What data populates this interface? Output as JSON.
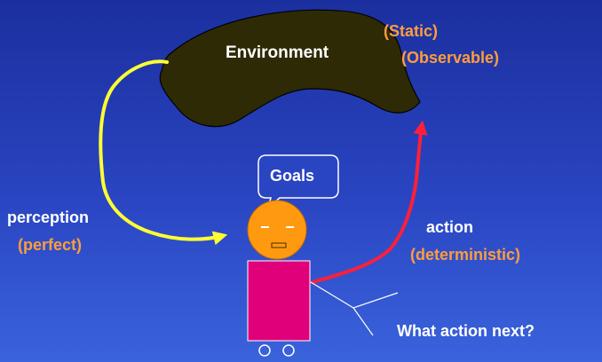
{
  "colors": {
    "environment_fill": "#2e2a06",
    "perception_arrow": "#ffff33",
    "action_arrow": "#ff1f3a",
    "head_fill": "#ff9a10",
    "body_fill": "#e0007a",
    "annotation_text": "#ff9d3c",
    "label_text": "#ffffff"
  },
  "environment": {
    "label": "Environment",
    "properties": [
      "(Static)",
      "(Observable)"
    ]
  },
  "agent": {
    "goals_label": "Goals",
    "thought_label": "What action next?"
  },
  "perception": {
    "label": "perception",
    "qualifier": "(perfect)"
  },
  "action": {
    "label": "action",
    "qualifier": "(deterministic)"
  }
}
